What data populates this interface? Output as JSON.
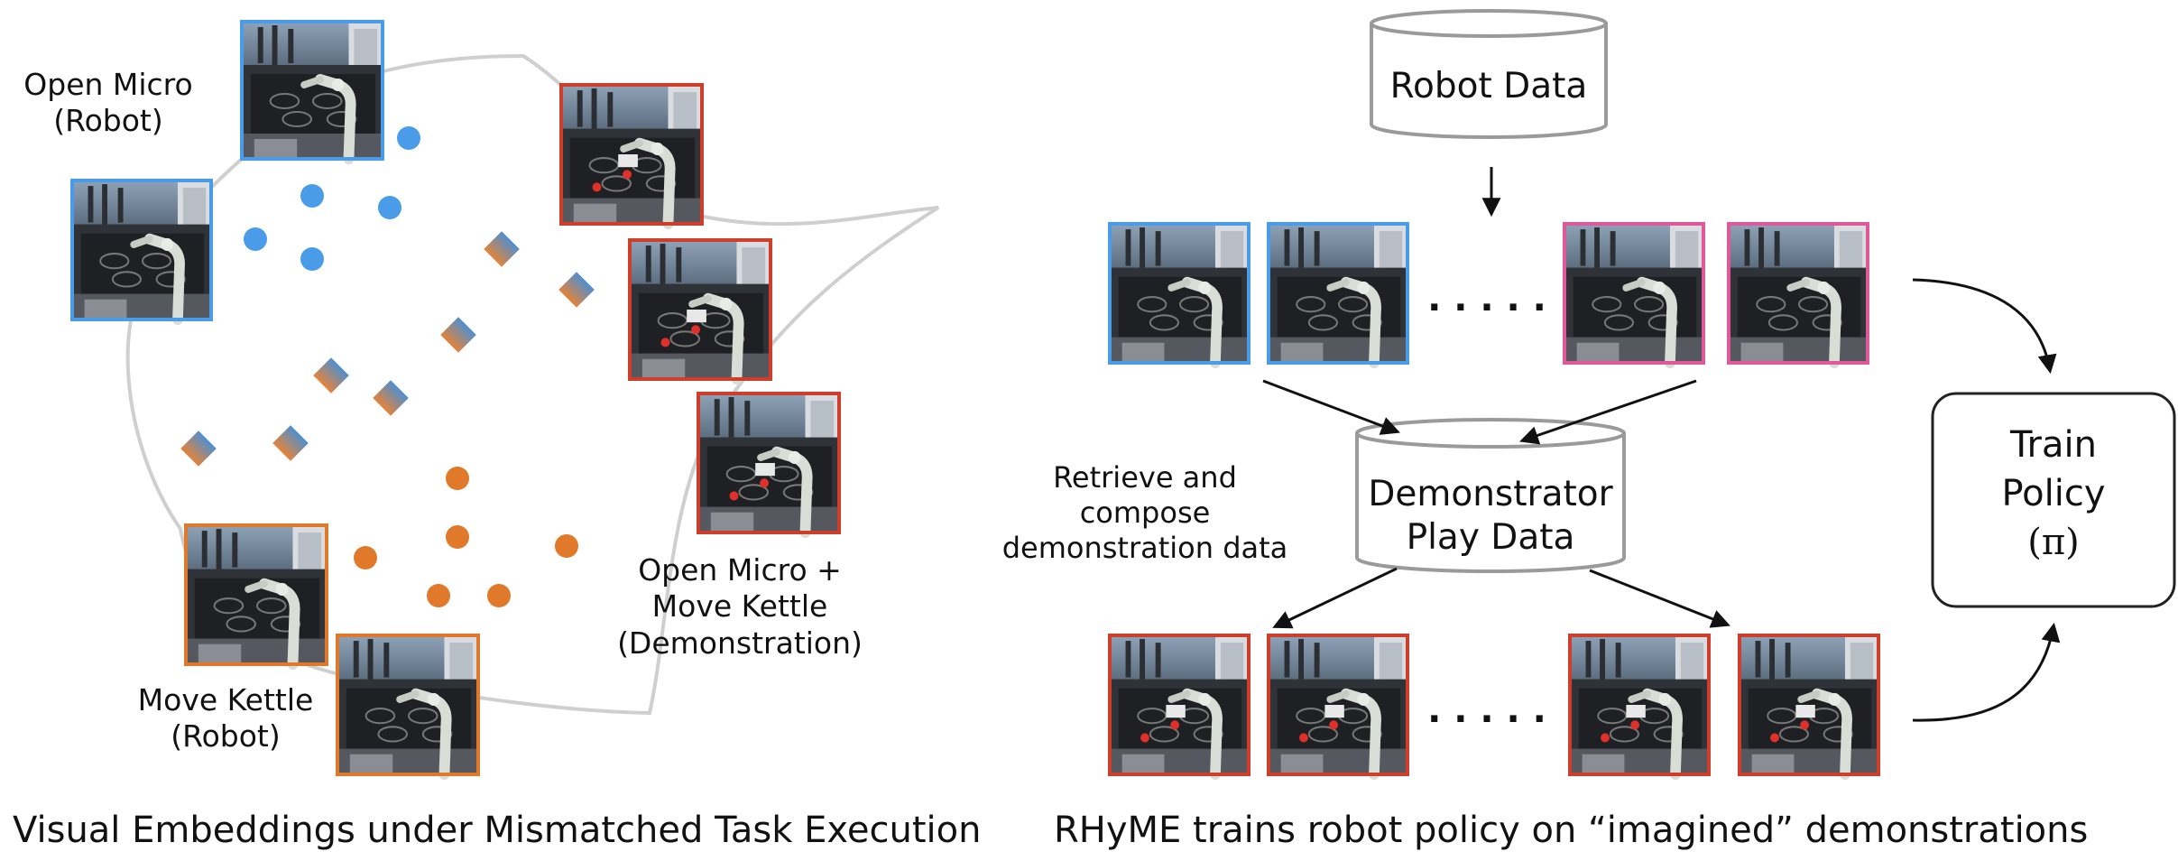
{
  "left_panel": {
    "caption": "Visual Embeddings under Mismatched Task Execution",
    "cluster_labels": {
      "open_micro_robot": [
        "Open Micro",
        "(Robot)"
      ],
      "move_kettle_robot": [
        "Move Kettle",
        "(Robot)"
      ],
      "demonstration": [
        "Open Micro +",
        "Move Kettle",
        "(Demonstration)"
      ]
    },
    "marker_colors": {
      "open_micro_robot": "#4a9be8",
      "move_kettle_robot": "#e07a2a",
      "demonstration_top": "#4f8fd0",
      "demonstration_bottom": "#e3843a"
    }
  },
  "right_panel": {
    "caption": "RHyME trains robot policy on “imagined” demonstrations",
    "robot_data_label": "Robot Data",
    "demonstrator_data_label": [
      "Demonstrator",
      "Play Data"
    ],
    "retrieve_label": [
      "Retrieve and",
      "compose",
      "demonstration data"
    ],
    "train_box_label": [
      "Train",
      "Policy",
      "(π)"
    ],
    "ellipsis": ". . . . .",
    "frame_colors": {
      "robot_open_micro": "#4a9be8",
      "robot_move_kettle": "#e0579a",
      "demonstration": "#cf3e2a",
      "orange": "#e07a2a"
    }
  }
}
